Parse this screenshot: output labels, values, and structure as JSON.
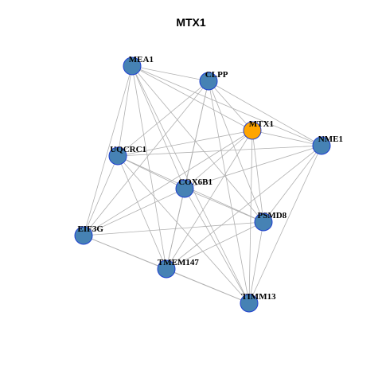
{
  "title": "MTX1",
  "colors": {
    "node_default": "#4682b4",
    "node_highlight": "#ffa500",
    "node_border": "#1f3fd0",
    "edge": "#b0b0b0"
  },
  "nodes": [
    {
      "id": "MEA1",
      "label": "MEA1",
      "highlight": false
    },
    {
      "id": "CLPP",
      "label": "CLPP",
      "highlight": false
    },
    {
      "id": "MTX1",
      "label": "MTX1",
      "highlight": true
    },
    {
      "id": "NME1",
      "label": "NME1",
      "highlight": false
    },
    {
      "id": "UQCRC1",
      "label": "UQCRC1",
      "highlight": false
    },
    {
      "id": "COX6B1",
      "label": "COX6B1",
      "highlight": false
    },
    {
      "id": "PSMD8",
      "label": "PSMD8",
      "highlight": false
    },
    {
      "id": "EIF3G",
      "label": "EIF3G",
      "highlight": false
    },
    {
      "id": "TMEM147",
      "label": "TMEM147",
      "highlight": false
    },
    {
      "id": "TIMM13",
      "label": "TIMM13",
      "highlight": false
    }
  ],
  "edges": [
    [
      "MEA1",
      "CLPP"
    ],
    [
      "MEA1",
      "MTX1"
    ],
    [
      "MEA1",
      "NME1"
    ],
    [
      "MEA1",
      "UQCRC1"
    ],
    [
      "MEA1",
      "COX6B1"
    ],
    [
      "MEA1",
      "PSMD8"
    ],
    [
      "MEA1",
      "EIF3G"
    ],
    [
      "MEA1",
      "TMEM147"
    ],
    [
      "MEA1",
      "TIMM13"
    ],
    [
      "CLPP",
      "MTX1"
    ],
    [
      "CLPP",
      "NME1"
    ],
    [
      "CLPP",
      "UQCRC1"
    ],
    [
      "CLPP",
      "COX6B1"
    ],
    [
      "CLPP",
      "PSMD8"
    ],
    [
      "CLPP",
      "EIF3G"
    ],
    [
      "CLPP",
      "TMEM147"
    ],
    [
      "CLPP",
      "TIMM13"
    ],
    [
      "MTX1",
      "NME1"
    ],
    [
      "MTX1",
      "UQCRC1"
    ],
    [
      "MTX1",
      "COX6B1"
    ],
    [
      "MTX1",
      "PSMD8"
    ],
    [
      "MTX1",
      "EIF3G"
    ],
    [
      "MTX1",
      "TMEM147"
    ],
    [
      "MTX1",
      "TIMM13"
    ],
    [
      "NME1",
      "UQCRC1"
    ],
    [
      "NME1",
      "COX6B1"
    ],
    [
      "NME1",
      "PSMD8"
    ],
    [
      "NME1",
      "TMEM147"
    ],
    [
      "NME1",
      "TIMM13"
    ],
    [
      "UQCRC1",
      "COX6B1"
    ],
    [
      "UQCRC1",
      "PSMD8"
    ],
    [
      "UQCRC1",
      "EIF3G"
    ],
    [
      "UQCRC1",
      "TMEM147"
    ],
    [
      "UQCRC1",
      "TIMM13"
    ],
    [
      "COX6B1",
      "PSMD8"
    ],
    [
      "COX6B1",
      "EIF3G"
    ],
    [
      "COX6B1",
      "TMEM147"
    ],
    [
      "COX6B1",
      "TIMM13"
    ],
    [
      "PSMD8",
      "EIF3G"
    ],
    [
      "PSMD8",
      "TMEM147"
    ],
    [
      "PSMD8",
      "TIMM13"
    ],
    [
      "EIF3G",
      "TMEM147"
    ],
    [
      "EIF3G",
      "TIMM13"
    ],
    [
      "TMEM147",
      "TIMM13"
    ]
  ]
}
